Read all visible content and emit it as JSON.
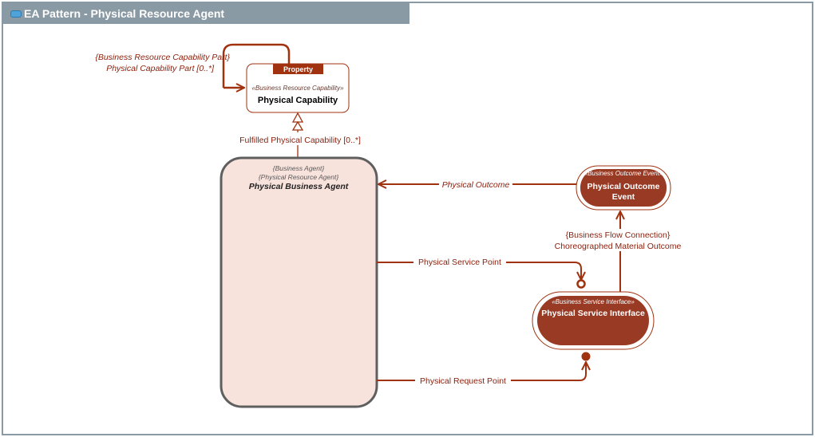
{
  "diagram": {
    "title": "EA Pattern - Physical Resource Agent",
    "capability": {
      "badge": "Property",
      "stereotype": "«Business Resource Capability»",
      "name": "Physical Capability",
      "self_link_stereotype": "{Business Resource Capability Part}",
      "self_link_role": "Physical Capability Part [0..*]"
    },
    "agent": {
      "stereotype1": "{Business Agent}",
      "stereotype2": "{Physical Resource Agent}",
      "name": "Physical Business Agent"
    },
    "outcome_event": {
      "stereotype": "«Business Outcome Event»",
      "name_line1": "Physical Outcome",
      "name_line2": "Event"
    },
    "service_interface": {
      "stereotype": "«Business Service Interface»",
      "name": "Physical Service Interface"
    },
    "connectors": {
      "fulfilled": "Fulfilled Physical Capability [0..*]",
      "outcome": "Physical Outcome",
      "service_point": "Physical Service Point",
      "request_point": "Physical Request Point",
      "flow_stereotype": "{Business Flow Connection}",
      "flow_name": "Choreographed Material Outcome"
    },
    "colors": {
      "line": "#a0320f",
      "node_fill": "#983a24",
      "agent_fill": "#f7e2dc",
      "agent_border": "#5f5f5f",
      "title_bar": "#8a9aa5"
    }
  }
}
